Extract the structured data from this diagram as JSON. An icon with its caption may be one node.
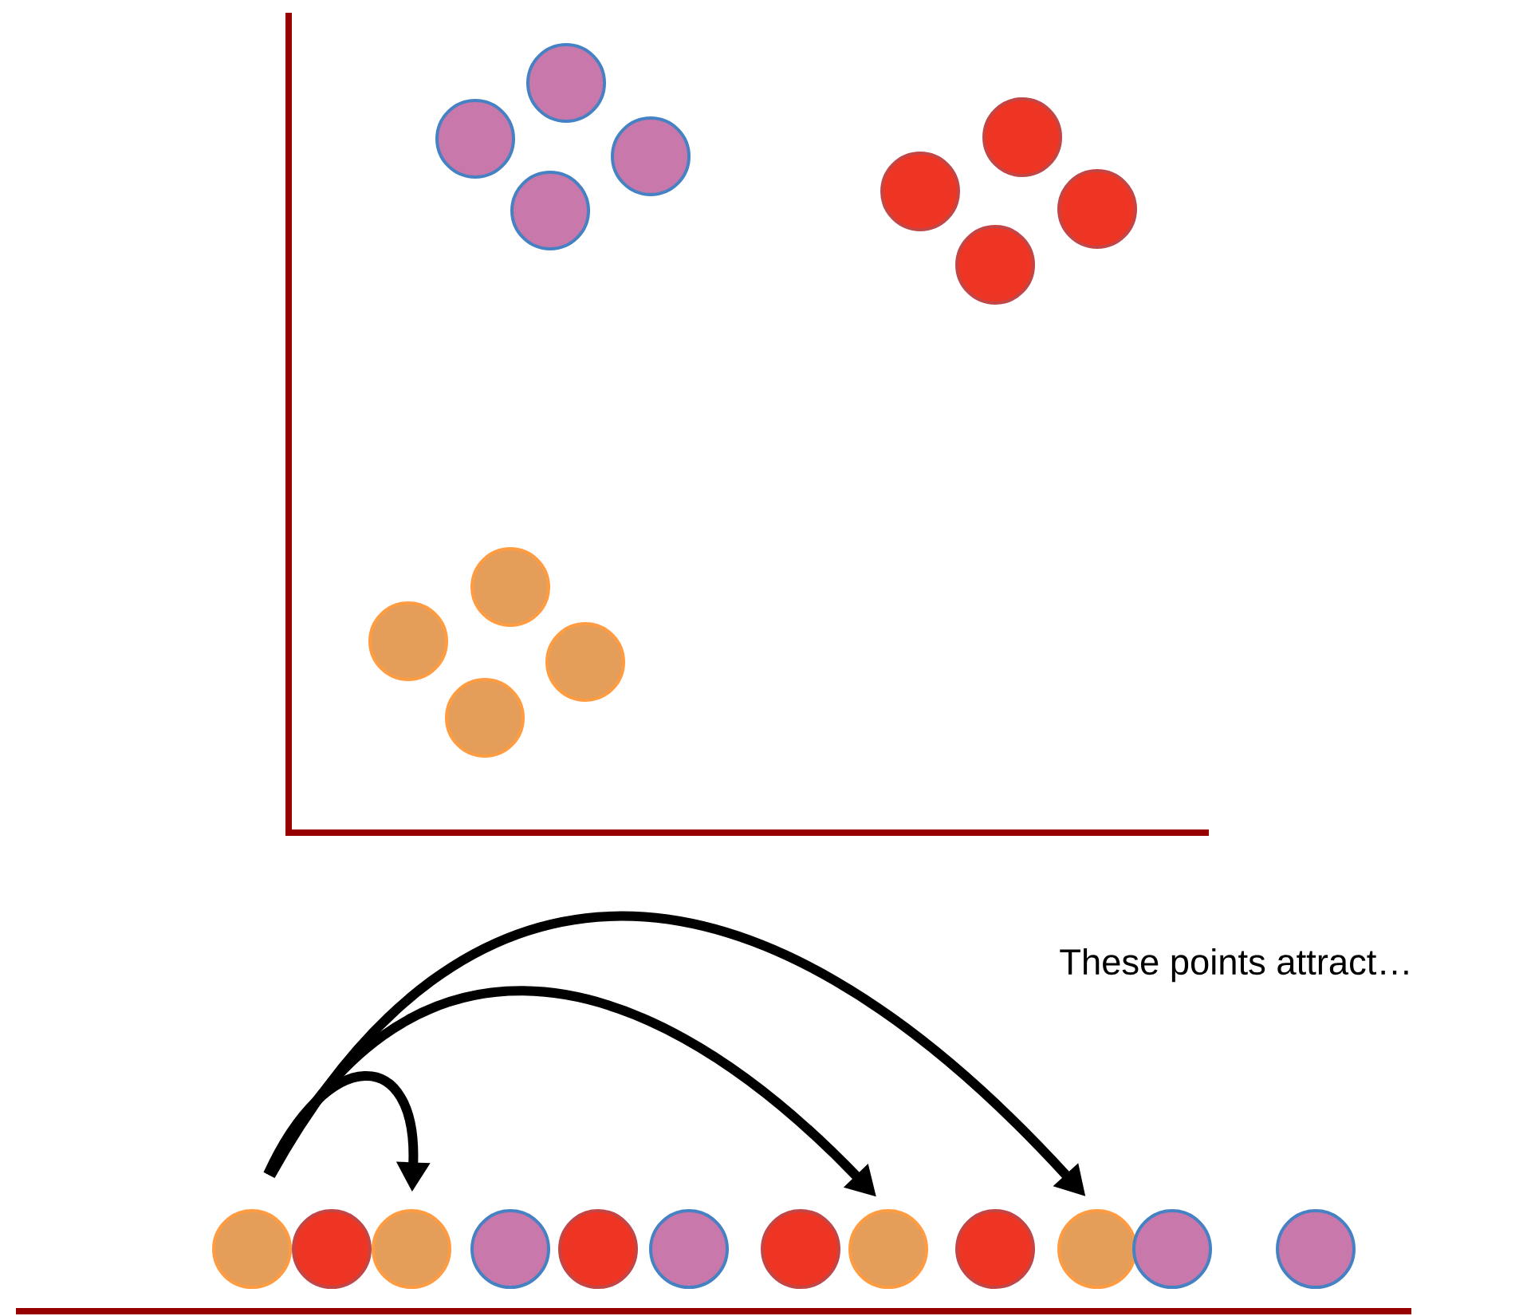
{
  "diagram": {
    "nodes": [
      {
        "text": [],
        "shape": "circle"
      },
      {
        "text": [],
        "shape": "circle"
      },
      {
        "text": [],
        "shape": "circle"
      },
      {
        "text": [],
        "shape": "circle"
      },
      {
        "text": [],
        "shape": "circle"
      },
      {
        "text": [],
        "shape": "circle"
      },
      {
        "text": [],
        "shape": "circle"
      },
      {
        "text": [],
        "shape": "circle"
      },
      {
        "text": [],
        "shape": "circle"
      },
      {
        "text": [],
        "shape": "circle"
      },
      {
        "text": [],
        "shape": "circle"
      },
      {
        "text": [],
        "shape": "circle"
      },
      {
        "text": [],
        "shape": "circle"
      },
      {
        "text": [],
        "shape": "circle"
      },
      {
        "text": [],
        "shape": "circle"
      },
      {
        "text": [],
        "shape": "circle"
      },
      {
        "text": [],
        "shape": "circle"
      },
      {
        "text": [],
        "shape": "circle"
      },
      {
        "text": [],
        "shape": "circle"
      },
      {
        "text": [],
        "shape": "circle"
      },
      {
        "text": [],
        "shape": "circle"
      },
      {
        "text": [],
        "shape": "circle"
      },
      {
        "text": [],
        "shape": "circle"
      },
      {
        "text": [],
        "shape": "circle"
      }
    ],
    "edges": [
      {
        "from": 12,
        "to": 14,
        "arrow": "to"
      },
      {
        "from": 12,
        "to": 19,
        "arrow": "to"
      },
      {
        "from": 12,
        "to": 21,
        "arrow": "to"
      }
    ],
    "labels": [
      "These points attract…"
    ]
  }
}
